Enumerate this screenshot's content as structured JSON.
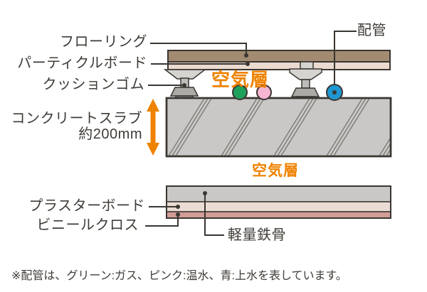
{
  "colors": {
    "line_dark": "#3A3632",
    "text": "#3F3B37",
    "accent_orange": "#EF8200",
    "flooring_brown": "#A28B71",
    "particle_tan": "#EBDACF",
    "support_light": "#D5D4D0",
    "support_mid": "#BDBCB8",
    "cushion_gray": "#ABAAA6",
    "foot_dark": "#8A8885",
    "concrete_gray": "#C9C8C6",
    "hatch_gray": "#77756F",
    "plaster_pink": "#EADCD4",
    "vinyl_rose": "#D19D96",
    "pipe_green": "#1FA05A",
    "pipe_pink": "#F5B5D3",
    "pipe_blue": "#1E96D2"
  },
  "labels": {
    "flooring": "フローリング",
    "particle_board": "パーティクルボード",
    "cushion_rubber": "クッションゴム",
    "concrete_slab": "コンクリートスラブ",
    "concrete_slab_thickness": "約200mm",
    "piping": "配管",
    "air_layer_upper": "空気層",
    "air_layer_lower": "空気層",
    "plaster_board": "プラスターボード",
    "vinyl_cloth": "ビニールクロス",
    "light_steel_frame": "軽量鉄骨"
  },
  "note": "※配管は、グリーン:ガス、ピンク:温水、青:上水を表しています。",
  "pipes": [
    {
      "name": "gas-pipe",
      "color": "#1FA05A"
    },
    {
      "name": "hot-water-pipe",
      "color": "#F5B5D3"
    },
    {
      "name": "water-supply-pipe",
      "color": "#1E96D2"
    }
  ]
}
